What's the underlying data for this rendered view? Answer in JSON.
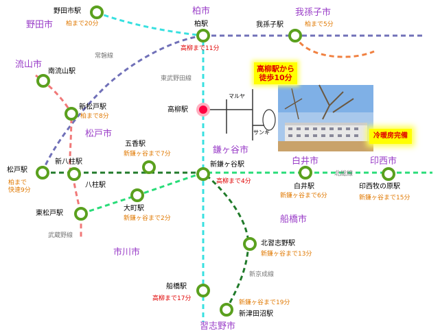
{
  "stations": {
    "nodashi": "野田市駅",
    "kashiwa": "柏駅",
    "abiko": "我孫子駅",
    "minaminagareyama": "南流山駅",
    "shinmatsudo": "新松戸駅",
    "takayanagi": "高柳駅",
    "goka": "五香駅",
    "shinyahashira": "新八柱駅",
    "yahashira": "八柱駅",
    "matsudo": "松戸駅",
    "shinkamagaya": "新鎌ヶ谷駅",
    "shiroi": "白井駅",
    "inzaimakinohara": "印西牧の原駅",
    "omachi": "大町駅",
    "higashimatsudo": "東松戸駅",
    "kitanarashino": "北習志野駅",
    "funabashi": "船橋駅",
    "shintsudanuma": "新津田沼駅"
  },
  "cities": {
    "noda": "野田市",
    "kashiwa": "柏市",
    "abiko": "我孫子市",
    "nagareyama": "流山市",
    "matsudo": "松戸市",
    "kamagaya": "鎌ヶ谷市",
    "shiroi": "白井市",
    "inzai": "印西市",
    "funabashi": "船橋市",
    "ichikawa": "市川市",
    "narashino": "習志野市"
  },
  "times": {
    "nodashi": "柏まで20分",
    "kashiwa": "高柳まで11分",
    "abiko": "柏まで5分",
    "shinmatsudo": "柏まで8分",
    "goka": "新鎌ヶ谷まで7分",
    "matsudo_l1": "柏まで",
    "matsudo_l2": "快速9分",
    "shinkamagaya": "高柳まで4分",
    "shiroi": "新鎌ヶ谷まで6分",
    "inzaimakinohara": "新鎌ヶ谷まで15分",
    "omachi": "新鎌ヶ谷まで2分",
    "kitanarashino": "新鎌ヶ谷まで13分",
    "funabashi": "高柳まで17分",
    "shintsudanuma": "新鎌ヶ谷まで19分"
  },
  "lines": {
    "joban": "常磐線",
    "tobunoda": "東武野田線",
    "hokuso": "北総線",
    "musashino": "武蔵野線",
    "shinkesei": "新京成線"
  },
  "callout": {
    "line1": "高柳駅から",
    "line2": "徒歩10分"
  },
  "landmarks": {
    "maruya": "マルヤ",
    "sanki": "サンキ"
  },
  "photo_tag": "冷暖房完備",
  "colors": {
    "tobu": "#38e0e0",
    "joban": "#7070b8",
    "abiko_branch": "#f08040",
    "musashino": "#f07878",
    "hokuso": "#28dc78",
    "shinkesei": "#207a2a",
    "station_ring": "#5aa01e",
    "city": "#9a3ec8",
    "time_orange": "#e07800",
    "time_red": "#e00000"
  }
}
